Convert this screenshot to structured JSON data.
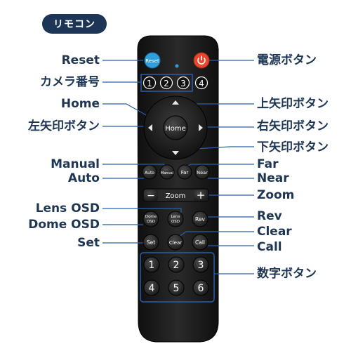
{
  "header": {
    "title": "リモコン"
  },
  "callouts_left": {
    "reset": "Reset",
    "camera_number": "カメラ番号",
    "home": "Home",
    "left_arrow": "左矢印ボタン",
    "manual": "Manual",
    "auto": "Auto",
    "lens_osd": "Lens OSD",
    "dome_osd": "Dome OSD",
    "set": "Set"
  },
  "callouts_right": {
    "power": "電源ボタン",
    "up_arrow": "上矢印ボタン",
    "right_arrow": "右矢印ボタン",
    "down_arrow": "下矢印ボタン",
    "far": "Far",
    "near": "Near",
    "zoom": "Zoom",
    "rev": "Rev",
    "clear": "Clear",
    "call": "Call",
    "numbers": "数字ボタン"
  },
  "remote": {
    "reset_label": "Reset",
    "camera_numbers": [
      "1",
      "2",
      "3",
      "4"
    ],
    "home_label": "Home",
    "auto_label": "Auto",
    "manual_label": "Manual",
    "far_label": "Far",
    "near_label": "Near",
    "zoom_minus": "−",
    "zoom_label": "Zoom",
    "zoom_plus": "+",
    "dome_osd_line1": "Dome",
    "dome_osd_line2": "OSD",
    "lens_osd_line1": "Lens",
    "lens_osd_line2": "OSD",
    "rev_label": "Rev",
    "set_label": "Set",
    "clear_label": "Clear",
    "call_label": "Call",
    "number_keys": [
      "1",
      "2",
      "3",
      "4",
      "5",
      "6"
    ]
  },
  "colors": {
    "header_bg": "#1d3557",
    "label_text": "#1e3553",
    "leader_line": "#2b5ea7",
    "remote_body": "#1c1c1c",
    "reset_button": "#2f9fdc",
    "power_button": "#e8472f",
    "led": "#2f9fdc"
  }
}
